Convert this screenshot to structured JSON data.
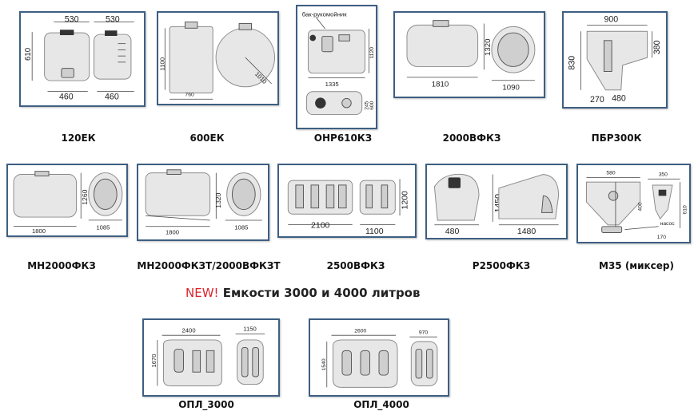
{
  "labels": {
    "ek120": "120ЕК",
    "ek600": "600ЕК",
    "ohp610": "ОНР610КЗ",
    "v2000": "2000ВФКЗ",
    "pbr300": "ПБР300К",
    "mh2000": "МН2000ФКЗ",
    "mh2000t": "МН2000ФКЗТ/2000ВФКЗТ",
    "v2500": "2500ВФКЗ",
    "p2500": "Р2500ФКЗ",
    "m35": "М35 (миксер)",
    "opl3000": "ОПЛ_3000",
    "opl4000": "ОПЛ_4000"
  },
  "heading": {
    "new": "NEW!",
    "text": " Емкости 3000 и 4000 литров"
  },
  "dims": {
    "ek120": {
      "w1": "530",
      "w2": "530",
      "h": "610",
      "b1": "460",
      "b2": "460"
    },
    "ek600": {
      "h": "1100",
      "w": "760",
      "d": "1010"
    },
    "ohp610": {
      "title": "бак-рукомойник",
      "h": "1120",
      "w": "1335",
      "h2": "245",
      "h3": "600"
    },
    "v2000": {
      "h": "1320",
      "w": "1810",
      "d": "1090"
    },
    "pbr300": {
      "w": "900",
      "h1": "830",
      "h2": "380",
      "b1": "270",
      "b2": "480"
    },
    "mh2000": {
      "h": "1260",
      "w": "1800",
      "d": "1085"
    },
    "mh2000t": {
      "h": "1320",
      "w": "1800",
      "d": "1085"
    },
    "v2500": {
      "w": "2100",
      "d": "1100",
      "h": "1200"
    },
    "p2500": {
      "h": "1450",
      "w1": "480",
      "w2": "1480"
    },
    "m35": {
      "w1": "580",
      "w2": "350",
      "h1": "400",
      "h2": "610",
      "w3": "170",
      "pump": "насос"
    },
    "opl3000": {
      "w": "2400",
      "d": "1150",
      "h": "1670"
    },
    "opl4000": {
      "w": "2600",
      "d": "970",
      "h": "1540"
    }
  }
}
